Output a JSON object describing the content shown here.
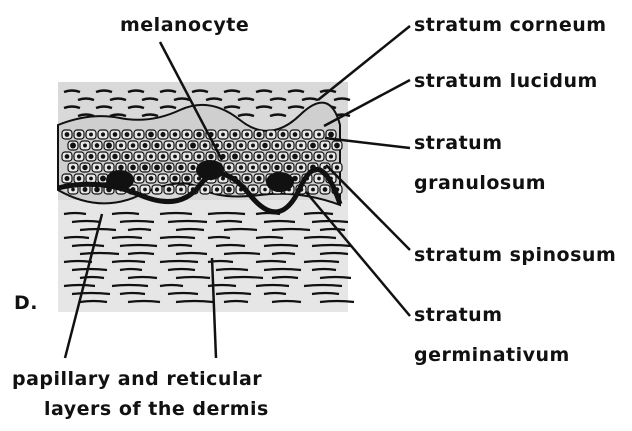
{
  "figure": {
    "panel_letter": "D.",
    "labels": {
      "melanocyte": "melanocyte",
      "stratum_corneum": "stratum corneum",
      "stratum_lucidum": "stratum lucidum",
      "stratum_granulosum_1": "stratum",
      "stratum_granulosum_2": "granulosum",
      "stratum_spinosum": "stratum spinosum",
      "stratum_germinativum_1": "stratum",
      "stratum_germinativum_2": "germinativum",
      "dermis_1": "papillary and reticular",
      "dermis_2": "layers of the dermis"
    },
    "colors": {
      "ink": "#111111",
      "tissue_bg": "#d9d9d9",
      "dermis_bg": "#e4e4e4",
      "paper": "#ffffff"
    }
  }
}
